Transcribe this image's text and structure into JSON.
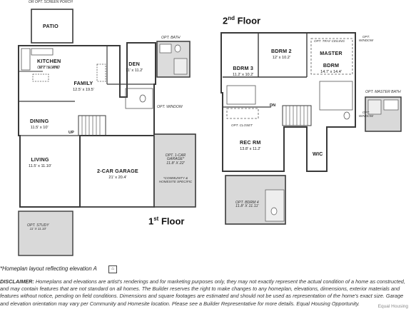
{
  "first_floor": {
    "title": "1",
    "title_suffix": "st",
    "title_rest": " Floor",
    "top_note": "OR OPT. SCREEN PORCH",
    "rooms": {
      "patio": {
        "name": "PATIO"
      },
      "kitchen": {
        "name": "KITCHEN",
        "dim": "11'7\" x 13'6\""
      },
      "opt_island": {
        "name": "OPT. ISLAND"
      },
      "family": {
        "name": "FAMILY",
        "dim": "12.5' x 19.5'"
      },
      "den": {
        "name": "DEN",
        "dim": "11' x 11.2'"
      },
      "opt_bath": {
        "name": "OPT. BATH"
      },
      "opt_window": {
        "name": "OPT. WINDOW"
      },
      "dining": {
        "name": "DINING",
        "dim": "11.5' x 10'"
      },
      "garage2": {
        "name": "2-CAR GARAGE",
        "dim": "21' x 20.4'"
      },
      "garage1": {
        "name": "OPT. 1-CAR GARAGE*",
        "dim": "11.8' x 22'",
        "note": "*COMMUNITY & HOMESITE SPECIFIC"
      },
      "living": {
        "name": "LIVING",
        "dim": "11.5' x 11.10'"
      },
      "opt_study": {
        "name": "OPT. STUDY",
        "dim": "11' x 11.10'"
      },
      "up": {
        "name": "UP"
      }
    }
  },
  "second_floor": {
    "title": "2",
    "title_suffix": "nd",
    "title_rest": " Floor",
    "rooms": {
      "bdrm3": {
        "name": "BDRM 3",
        "dim": "11.2' x 10.2'"
      },
      "bdrm2": {
        "name": "BDRM 2",
        "dim": "12' x 10.2'"
      },
      "master": {
        "name": "MASTER BDRM",
        "dim": "14.7' x 14.4'"
      },
      "opt_tray": {
        "name": "OPT. TRAY CEILING"
      },
      "opt_window_a": {
        "name": "OPT. WINDOW"
      },
      "opt_window_b": {
        "name": "OPT. WINDOW"
      },
      "opt_master_bath": {
        "name": "OPT. MASTER BATH"
      },
      "dn": {
        "name": "DN"
      },
      "opt_closet": {
        "name": "OPT. CLOSET"
      },
      "rec_rm": {
        "name": "REC RM",
        "dim": "13.8' x 11.2'"
      },
      "wic": {
        "name": "WIC"
      },
      "opt_bdrm4": {
        "name": "OPT. BDRM 4",
        "dim": "11.8' x 11.11'"
      }
    }
  },
  "footer": {
    "caption": "*Homeplan layout reflecting elevation A",
    "disclaimer_label": "DISCLAIMER:",
    "disclaimer_text": " Homeplans and elevations are artist's renderings and for marketing purposes only, they may not exactly represent the actual condition of a home as constructed, and may contain features that are not standard on all homes. The Builder reserves the right to make changes to any homeplan, elevations, dimensions, exterior materials and features without notice, pending on field conditions. Dimensions and square footages are estimated and should not be used as representation of the home's exact size. Garage and elevation orientation may vary per Community and Homesite location. Please see a Builder Representative for more details. Equal Housing Opportunity.",
    "watermark": "Equal Housing"
  },
  "colors": {
    "wall": "#3a3a3a",
    "option_fill": "#d9d9d9",
    "line": "#555555"
  }
}
